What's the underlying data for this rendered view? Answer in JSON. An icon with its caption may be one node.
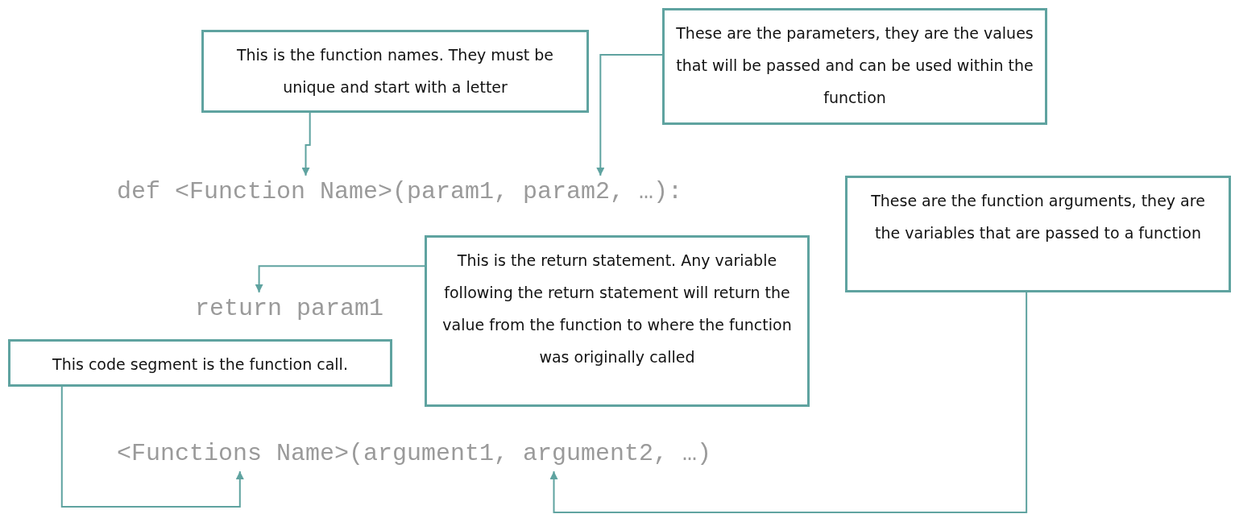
{
  "diagram": {
    "nodes": [
      {
        "text": [
          "This is the function names. They must be unique and start with a letter"
        ]
      },
      {
        "text": [
          "These are the parameters, they are the values that will be passed and can be used within the function"
        ]
      },
      {
        "text": [
          "def <Function Name>(param1, param2, …):"
        ]
      },
      {
        "text": [
          "These are the function arguments, they are the variables that are passed to a function"
        ]
      },
      {
        "text": [
          "This is the return statement. Any variable following the return statement will return the value from the function to where the function was originally called"
        ]
      },
      {
        "text": [
          "return param1"
        ]
      },
      {
        "text": [
          "This code segment is the function call."
        ]
      },
      {
        "text": [
          "<Functions Name>(argument1, argument2, …)"
        ]
      }
    ],
    "edges": [
      {
        "from": 0,
        "to": 2,
        "arrow": "to"
      },
      {
        "from": 1,
        "to": 2,
        "arrow": "to"
      },
      {
        "from": 4,
        "to": 5,
        "arrow": "to"
      },
      {
        "from": 6,
        "to": 7,
        "arrow": "to"
      },
      {
        "from": 3,
        "to": 7,
        "arrow": "to"
      }
    ]
  }
}
